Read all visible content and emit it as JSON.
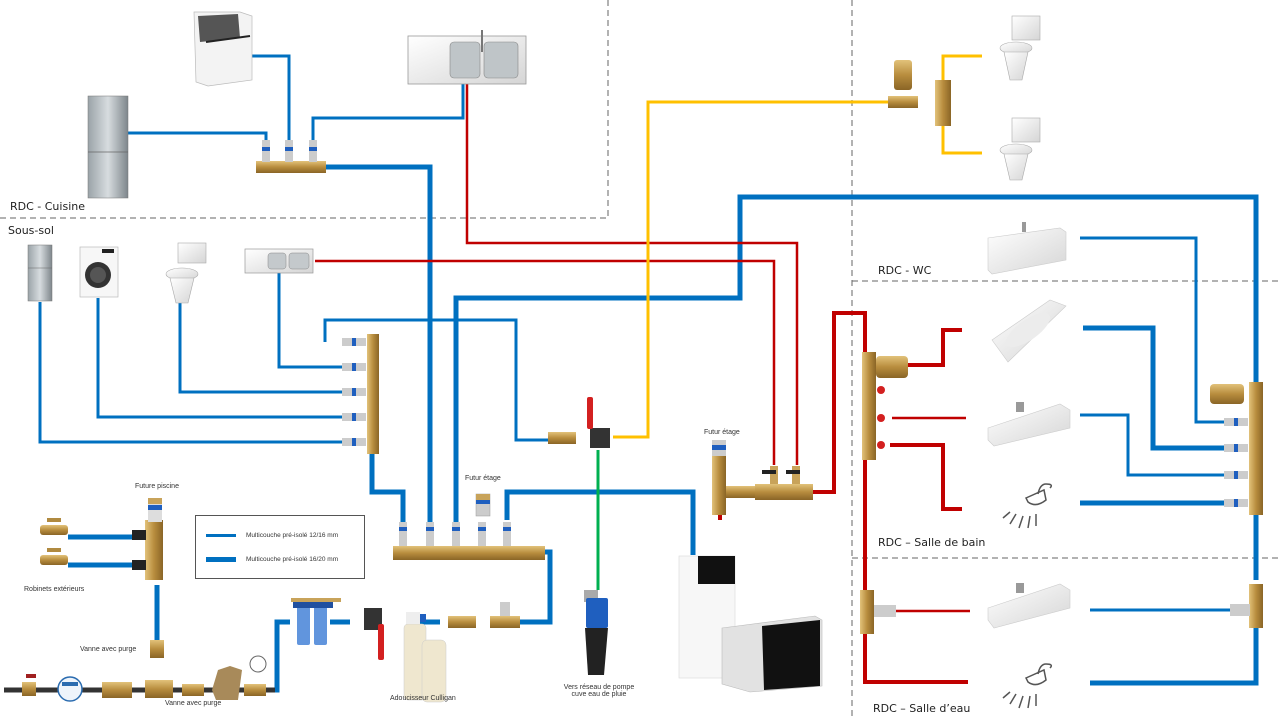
{
  "zones": {
    "cuisine": "RDC - Cuisine",
    "sous_sol": "Sous-sol",
    "wc": "RDC - WC",
    "salle_de_bain": "RDC – Salle de bain",
    "salle_eau": "RDC – Salle d’eau"
  },
  "labels": {
    "future_piscine": "Future piscine",
    "robinets_exterieurs": "Robinets extérieurs",
    "vanne_purge_1": "Vanne avec purge",
    "vanne_purge_2": "Vanne avec purge",
    "adoucisseur": "Adoucisseur Culligan",
    "pompe_line1": "Vers réseau de pompe",
    "pompe_line2": "cuve eau de pluie",
    "futur_etage_1": "Futur étage",
    "futur_etage_2": "Futur étage"
  },
  "legend": {
    "items": [
      {
        "label": "Multicouche pré-isolé  12/16 mm",
        "thickness": "thin"
      },
      {
        "label": "Multicouche pré-isolé  16/20 mm",
        "thickness": "thick"
      }
    ]
  },
  "colors": {
    "cold_water": "#0070c0",
    "hot_water": "#c00000",
    "recovered_water": "#ffc000",
    "rain_water": "#00b050",
    "brass": "#c8a35a",
    "main_pipe": "#333333",
    "divider": "#666666"
  }
}
